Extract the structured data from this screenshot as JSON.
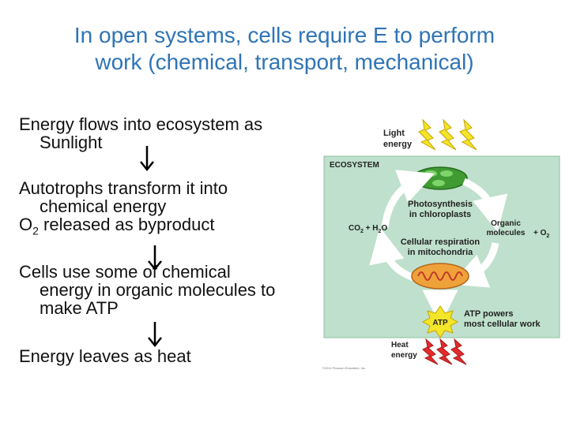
{
  "slide": {
    "title_line1": "In open systems, cells require E to perform",
    "title_line2": "work (chemical, transport, mechanical)"
  },
  "steps": {
    "s1_line1": "Energy flows into ecosystem as",
    "s1_line2": "Sunlight",
    "s2_line1": "Autotrophs transform it into",
    "s2_line2": "chemical energy",
    "s2_o_prefix": "O",
    "s2_o_sub": "2",
    "s2_o_rest": " released as byproduct",
    "s3_line1": "Cells use some of chemical",
    "s3_line2": "energy in organic molecules to",
    "s3_line3": "make ATP",
    "s4_line1": "Energy leaves as heat"
  },
  "figure": {
    "light_label_1": "Light",
    "light_label_2": "energy",
    "ecosystem_label": "ECOSYSTEM",
    "photo_label_1": "Photosynthesis",
    "photo_label_2": "in chloroplasts",
    "co2_label": "CO",
    "co2_sub": "2",
    "plus_h2o": " + H",
    "h2o_sub": "2",
    "h2o_o": "O",
    "organic_label_1": "Organic",
    "organic_label_2": "molecules",
    "plus_o2": "+ O",
    "o2_sub": "2",
    "resp_label_1": "Cellular respiration",
    "resp_label_2": "in mitochondria",
    "atp_badge": "ATP",
    "atp_label_1": "ATP powers",
    "atp_label_2": "most cellular work",
    "heat_label_1": "Heat",
    "heat_label_2": "energy",
    "copyright": "©2011 Pearson Education, Inc."
  },
  "colors": {
    "title": "#2f74b5",
    "ecosystem_bg": "#bfe0cc",
    "light_bolt": "#f2e52a",
    "heat_bolt": "#e32b2b",
    "chloroplast": "#4caf3c",
    "mitochondria": "#f0a23a"
  }
}
